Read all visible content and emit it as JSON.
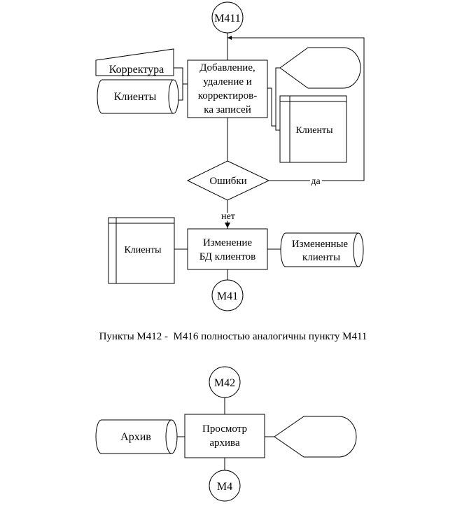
{
  "connectors": {
    "m411": "М411",
    "m41": "М41",
    "m42": "М42",
    "m4": "М4"
  },
  "flow1": {
    "manual_input": "Корректура",
    "clients_input": "Клиенты",
    "process_line1": "Добавление,",
    "process_line2": "удаление и",
    "process_line3": "корректиров-",
    "process_line4": "ка записей",
    "doc_clients": "Клиенты",
    "decision": "Ошибки",
    "yes_label": "да",
    "no_label": "нет",
    "clients_store": "Клиенты",
    "update_line1": "Изменение",
    "update_line2": "БД клиентов",
    "changed_line1": "Измененные",
    "changed_line2": "клиенты"
  },
  "note": "Пункты М412 -  М416 полностью аналогичны пункту М411",
  "flow2": {
    "archive": "Архив",
    "view_line1": "Просмотр",
    "view_line2": "архива"
  }
}
